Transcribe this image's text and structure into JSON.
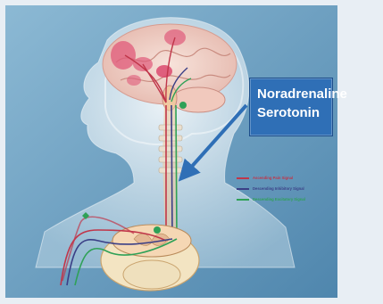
{
  "callout": {
    "line1": "Noradrenaline",
    "line2": "Serotonin",
    "bg": "#2f6fb6",
    "arrow_color": "#2f6fb6"
  },
  "legend": {
    "items": [
      {
        "label": "Ascending Pain Signal",
        "color": "#c0364a"
      },
      {
        "label": "Descending Inhibitory Signal",
        "color": "#3b3f86"
      },
      {
        "label": "Descending Excitatory Signal",
        "color": "#2fa157"
      }
    ]
  },
  "colors": {
    "background": "#6fa4c4",
    "head": "#d8e8f0",
    "brain": "#f0d6d0",
    "spinal_cord": "#f0c9a0",
    "pain": "#c0364a",
    "inhibitory": "#3b3f86",
    "excitatory": "#2fa157"
  }
}
